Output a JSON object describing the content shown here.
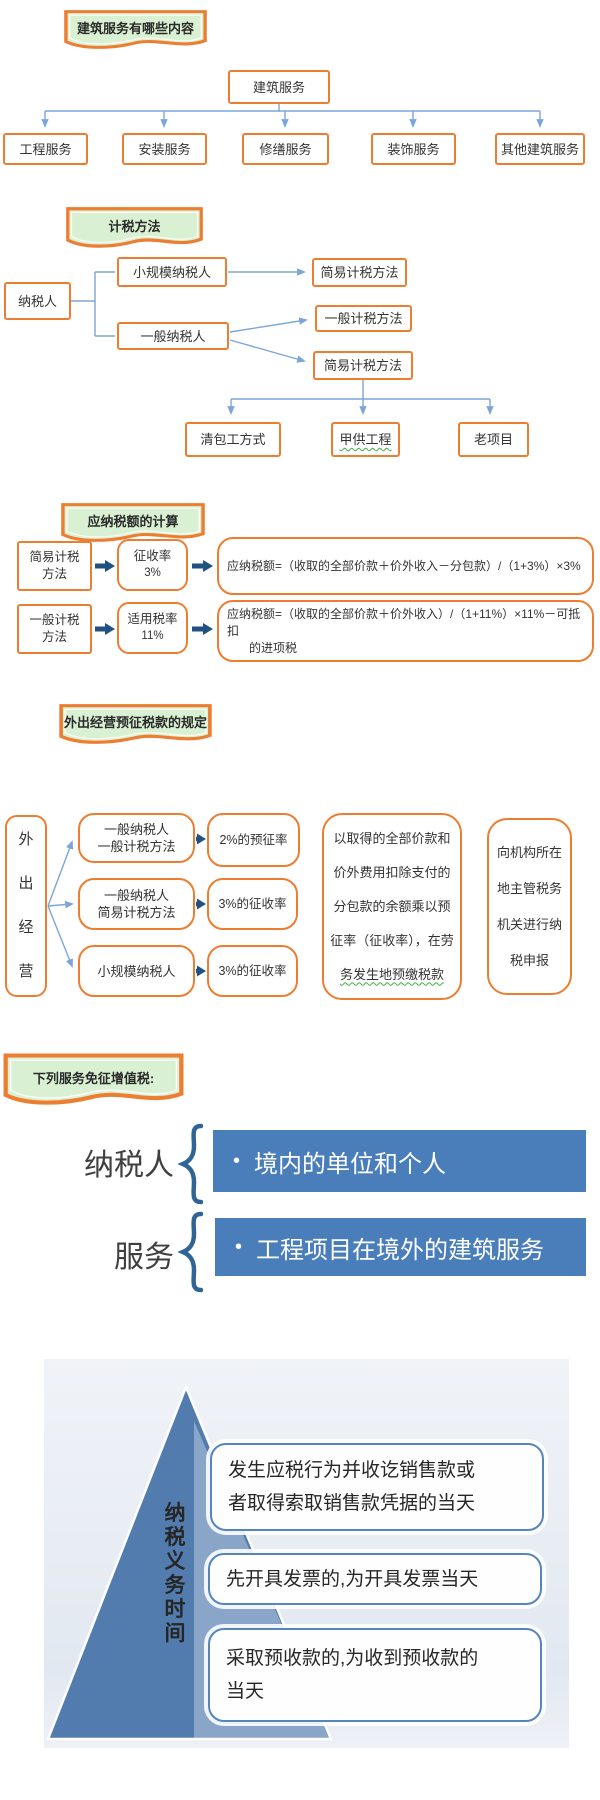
{
  "colors": {
    "orange_border": "#ED7D31",
    "banner_green": "#D9F0D2",
    "thin_line_blue": "#7CA6D8",
    "thick_arrow_navy": "#215083",
    "bar_blue": "#4A7EBB",
    "pyramid_blue": "#527CAE"
  },
  "section1": {
    "banner": "建筑服务有哪些内容",
    "root": "建筑服务",
    "children": [
      "工程服务",
      "安装服务",
      "修缮服务",
      "装饰服务",
      "其他建筑服务"
    ]
  },
  "section2": {
    "banner": "计税方法",
    "taxpayer": "纳税人",
    "small_scale": "小规模纳税人",
    "simple_method_top": "简易计税方法",
    "general_taxpayer": "一般纳税人",
    "general_method": "一般计税方法",
    "simple_method_bottom": "简易计税方法",
    "simple_cases": [
      "清包工方式",
      "甲供工程",
      "老项目"
    ]
  },
  "section3": {
    "banner": "应纳税额的计算",
    "rows": [
      {
        "method_line1": "简易计税",
        "method_line2": "方法",
        "rate_line1": "征收率",
        "rate_line2": "3%",
        "formula_line1": "应纳税额=（收取的全部价款＋价外收入－分包款）/（1+3%）×3%",
        "formula_line2": ""
      },
      {
        "method_line1": "一般计税",
        "method_line2": "方法",
        "rate_line1": "适用税率",
        "rate_line2": "11%",
        "formula_line1": "应纳税额=（收取的全部价款＋价外收入）/（1+11%）×11%－可抵扣",
        "formula_line2": "的进项税"
      }
    ]
  },
  "section4": {
    "banner": "外出经营预征税款的规定",
    "left_vertical": "外出经营",
    "branches": [
      {
        "label_line1": "一般纳税人",
        "label_line2": "一般计税方法",
        "result": "2%的预征率"
      },
      {
        "label_line1": "一般纳税人",
        "label_line2": "简易计税方法",
        "result": "3%的征收率"
      },
      {
        "label_line1": "小规模纳税人",
        "label_line2": "",
        "result": "3%的征收率"
      }
    ],
    "note_lines": [
      "以取得的全部价款和",
      "价外费用扣除支付的",
      "分包款的余额乘以预",
      "征率（征收率），在劳",
      "务发生地预缴税款"
    ],
    "report_lines": [
      "向机构所在",
      "地主管税务",
      "机关进行纳",
      "税申报"
    ]
  },
  "section5": {
    "banner": "下列服务免征增值税:",
    "items": [
      {
        "label": "纳税人",
        "bullet": "•",
        "text": "境内的单位和个人"
      },
      {
        "label": "服务",
        "bullet": "•",
        "text": "工程项目在境外的建筑服务"
      }
    ]
  },
  "section6": {
    "pyramid_label": "纳税义务时间",
    "boxes": [
      {
        "line1": "发生应税行为并收讫销售款或",
        "line2": "者取得索取销售款凭据的当天"
      },
      {
        "line1": "先开具发票的,为开具发票当天",
        "line2": ""
      },
      {
        "line1": "采取预收款的,为收到预收款的",
        "line2": "当天"
      }
    ]
  }
}
